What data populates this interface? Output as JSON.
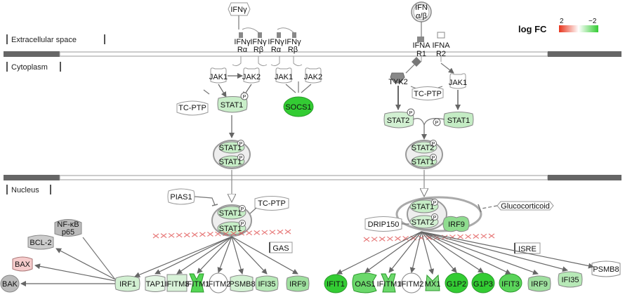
{
  "sections": {
    "extracellular": "Extracellular space",
    "cytoplasm": "Cytoplasm",
    "nucleus": "Nucleus"
  },
  "legend": {
    "title": "log FC",
    "max": "2",
    "min": "−2",
    "colors": {
      "up": "#e8341c",
      "mid": "#ffffff",
      "down": "#33cc33"
    }
  },
  "labels": {
    "ifng": "IFNγ",
    "ifnab_1": "IFN",
    "ifnab_2": "α/β",
    "ifngr_a1_1": "IFNγ",
    "ifngr_a1_2": "Rα",
    "ifngr_b1_1": "IFNγ",
    "ifngr_b1_2": "Rβ",
    "ifngr_a2_1": "IFNγ",
    "ifngr_a2_2": "Rα",
    "ifngr_b2_1": "IFNγ",
    "ifngr_b2_2": "Rβ",
    "ifnar1_1": "IFNA",
    "ifnar1_2": "R1",
    "ifnar2_1": "IFNA",
    "ifnar2_2": "R2",
    "jak1_a": "JAK1",
    "jak2_a": "JAK2",
    "jak1_b": "JAK1",
    "jak2_b": "JAK2",
    "tyk2": "TYK2",
    "jak1_c": "JAK1",
    "tcptp_1": "TC-PTP",
    "tcptp_2": "TC-PTP",
    "tcptp_3": "TC-PTP",
    "stat1_a": "STAT1",
    "socs1": "SOCS1",
    "stat2_a": "STAT2",
    "stat1_b": "STAT1",
    "dimer1_top": "STAT1",
    "dimer1_bot": "STAT1",
    "dimer2_top": "STAT2",
    "dimer2_bot": "STAT1",
    "pias1": "PIAS1",
    "ndimer_top": "STAT1",
    "ndimer_bot": "STAT1",
    "isgf3_stat1": "STAT1",
    "isgf3_stat2": "STAT2",
    "isgf3_irf9": "IRF9",
    "drip150": "DRIP150",
    "glucocorticoid": "Glucocorticoid",
    "gas": "GAS",
    "isre": "ISRE",
    "nfkb_1": "NF-κB",
    "nfkb_2": "p65",
    "bcl2": "BCL-2",
    "bax": "BAX",
    "bak": "BAK",
    "irf1": "IRF1",
    "tap1": "TAP1",
    "ifitm3": "IFITM3",
    "ifitm1_a": "IFITM1",
    "ifitm2_a": "IFITM2",
    "psmb8_a": "PSMB8",
    "ifi35_a": "IFI35",
    "irf9_a": "IRF9",
    "ifit1": "IFIT1",
    "oas1": "OAS1",
    "ifitm1_b": "IFITM1",
    "ifitm2_b": "IFITM2",
    "mx1": "MX1",
    "g1p2": "G1P2",
    "g1p3": "G1P3",
    "ifit3": "IFIT3",
    "irf9_b": "IRF9",
    "ifi35_b": "IFI35",
    "psmb8_b": "PSMB8",
    "p": "P"
  }
}
